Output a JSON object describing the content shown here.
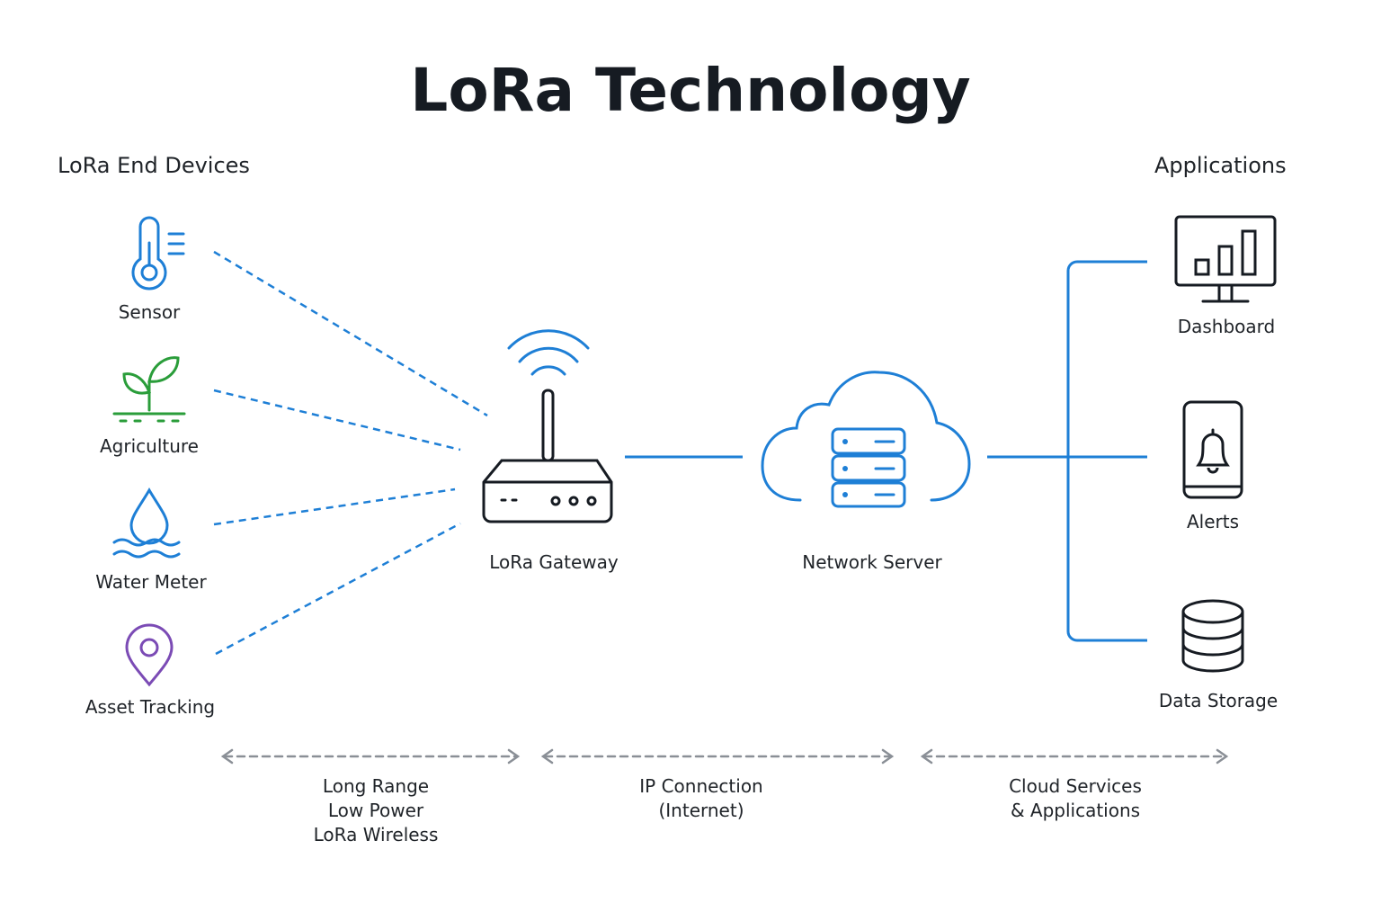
{
  "title": "LoRa Technology",
  "sections": {
    "devices_heading": "LoRa End Devices",
    "applications_heading": "Applications"
  },
  "devices": [
    {
      "label": "Sensor",
      "icon": "thermometer-icon",
      "color": "#1e7fd6"
    },
    {
      "label": "Agriculture",
      "icon": "plant-icon",
      "color": "#2a9d3a"
    },
    {
      "label": "Water Meter",
      "icon": "water-drop-icon",
      "color": "#1e7fd6"
    },
    {
      "label": "Asset Tracking",
      "icon": "location-pin-icon",
      "color": "#7b4bb5"
    }
  ],
  "gateway": {
    "label": "LoRa Gateway",
    "icon": "router-icon"
  },
  "server": {
    "label": "Network Server",
    "icon": "cloud-server-icon"
  },
  "applications": [
    {
      "label": "Dashboard",
      "icon": "monitor-chart-icon"
    },
    {
      "label": "Alerts",
      "icon": "phone-bell-icon"
    },
    {
      "label": "Data Storage",
      "icon": "database-icon"
    }
  ],
  "links": [
    {
      "lines": [
        "Long Range",
        "Low Power",
        "LoRa Wireless"
      ]
    },
    {
      "lines": [
        "IP Connection",
        "(Internet)"
      ]
    },
    {
      "lines": [
        "Cloud Services",
        "& Applications"
      ]
    }
  ],
  "colors": {
    "accent": "#1e7fd6",
    "ink": "#161b22",
    "arrow": "#8a8f96"
  }
}
